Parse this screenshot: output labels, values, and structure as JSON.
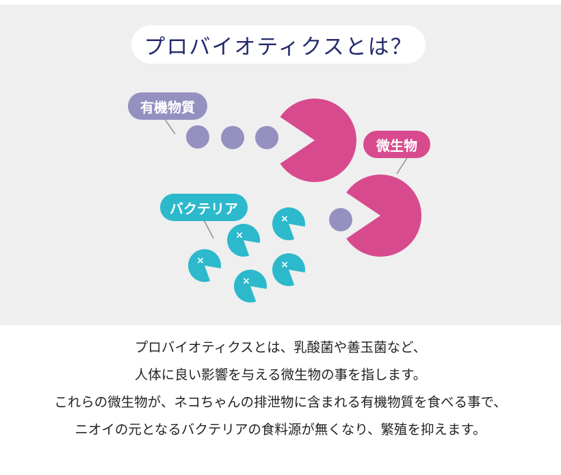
{
  "title": "プロバイオティクスとは？",
  "labels": {
    "organic_matter": "有機物質",
    "microorganism": "微生物",
    "bacteria": "バクテリア"
  },
  "bacteria_mark": "×",
  "description": [
    "プロバイオティクスとは、乳酸菌や善玉菌など、",
    "人体に良い影響を与える微生物の事を指します。",
    "これらの微生物が、ネコちゃんの排泄物に含まれる有機物質を食べる事で、",
    "ニオイの元となるバクテリアの食料源が無くなり、繁殖を抑えます。"
  ],
  "colors": {
    "panel_background": "#efefef",
    "title_text": "#232a6b",
    "organic": "#9490c0",
    "microorganism": "#d84a8e",
    "bacteria": "#2cb9cc",
    "leader_line": "#8c8c8c",
    "body_text": "#222222"
  }
}
